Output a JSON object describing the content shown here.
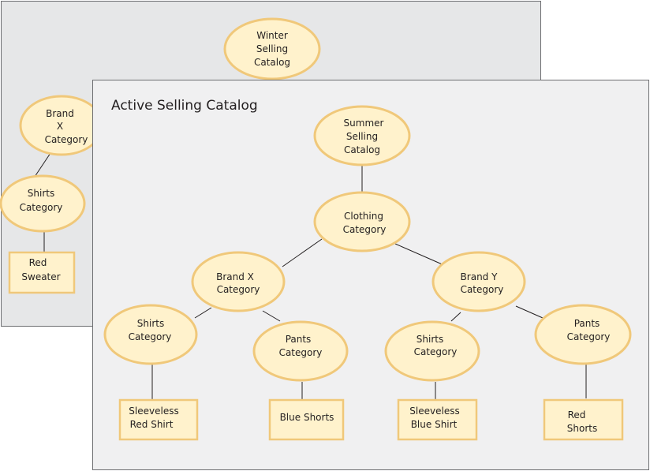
{
  "back_panel": {
    "nodes": {
      "winter": [
        "Winter",
        "Selling",
        "Catalog"
      ],
      "brand_x": [
        "Brand",
        "X",
        "Category"
      ],
      "shirts": [
        "Shirts",
        "Category"
      ],
      "red_sweater": [
        "Red",
        "Sweater"
      ]
    }
  },
  "front_panel": {
    "title": "Active Selling Catalog",
    "nodes": {
      "summer": [
        "Summer",
        "Selling",
        "Catalog"
      ],
      "clothing": [
        "Clothing",
        "Category"
      ],
      "brand_x": [
        "Brand X",
        "Category"
      ],
      "brand_y": [
        "Brand Y",
        "Category"
      ],
      "shirts_x": [
        "Shirts",
        "Category"
      ],
      "pants_x": [
        "Pants",
        "Category"
      ],
      "shirts_y": [
        "Shirts",
        "Category"
      ],
      "pants_y": [
        "Pants",
        "Category"
      ],
      "sleeveless_red": [
        "Sleeveless",
        "Red Shirt"
      ],
      "blue_shorts": [
        "Blue Shorts"
      ],
      "sleeveless_blue": [
        "Sleeveless",
        "Blue Shirt"
      ],
      "red_shorts": [
        "Red",
        "Shorts"
      ]
    }
  }
}
